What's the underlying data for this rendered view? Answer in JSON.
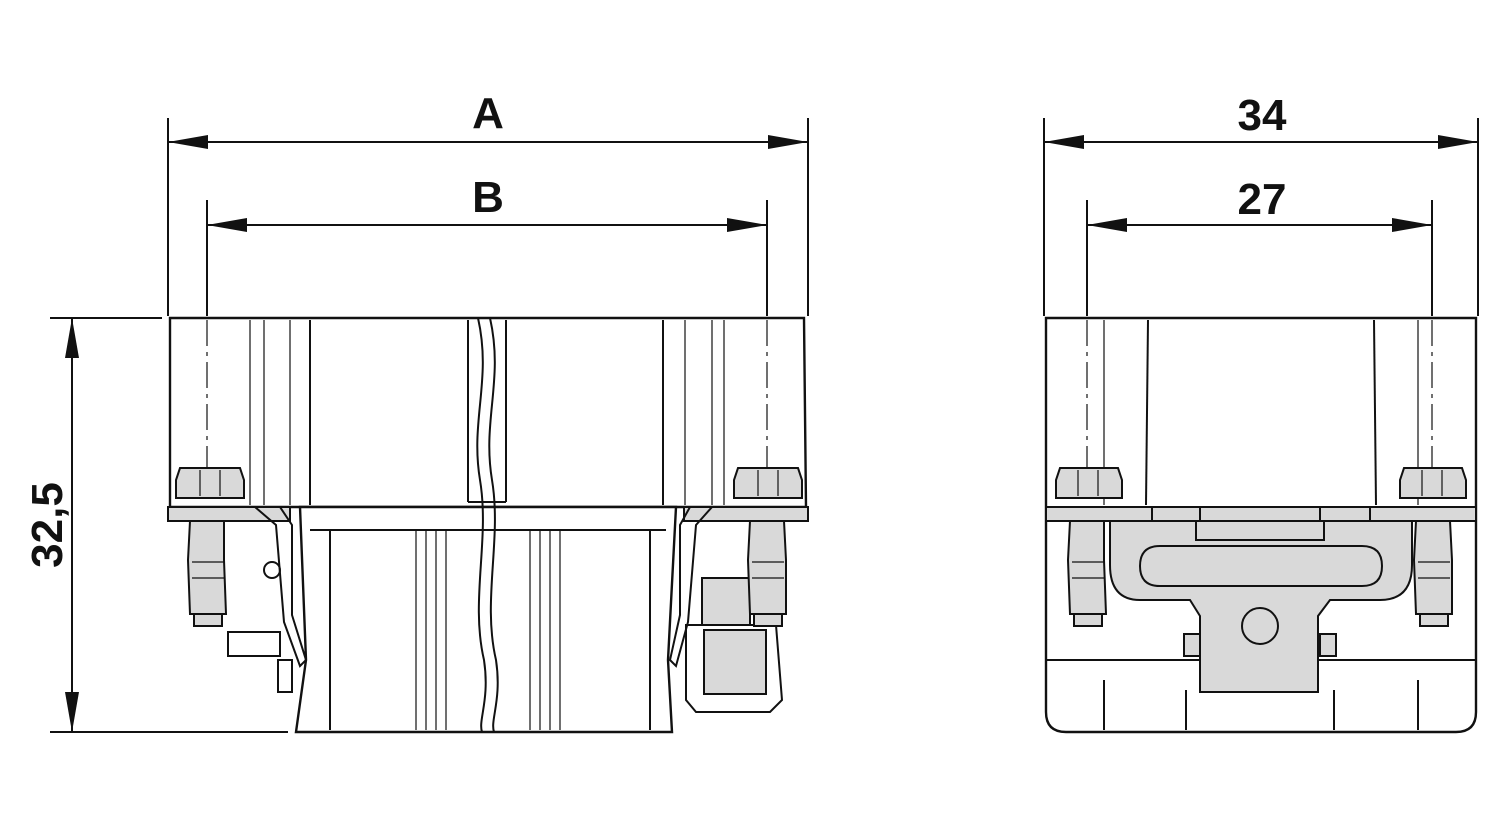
{
  "dimensions": {
    "overall_width_label": "A",
    "inner_width_label": "B",
    "height_label": "32,5",
    "side_overall_width": "34",
    "side_inner_width": "27"
  },
  "colors": {
    "line": "#111111",
    "part_fill": "#ffffff",
    "part_grey": "#d9d9d9"
  }
}
